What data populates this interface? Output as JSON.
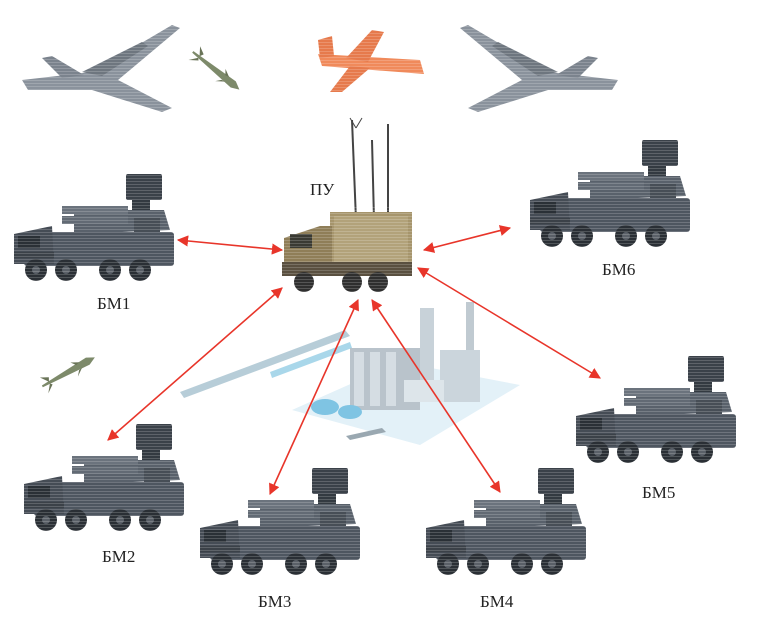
{
  "labels": {
    "command_post": "ПУ",
    "bm1": "БМ1",
    "bm2": "БМ2",
    "bm3": "БМ3",
    "bm4": "БМ4",
    "bm5": "БМ5",
    "bm6": "БМ6"
  },
  "colors": {
    "arrow": "#e8352a",
    "vehicle_body": "#4e5660",
    "vehicle_dark": "#2f353c",
    "command_truck": "#9a8a64",
    "drone": "#f08a5b",
    "aircraft": "#8a929c",
    "facility": "#a9d7ea"
  },
  "icons": [
    "fighter-jet-icon",
    "missile-icon",
    "drone-icon",
    "air-defense-vehicle-icon",
    "command-truck-icon",
    "facility-icon"
  ]
}
